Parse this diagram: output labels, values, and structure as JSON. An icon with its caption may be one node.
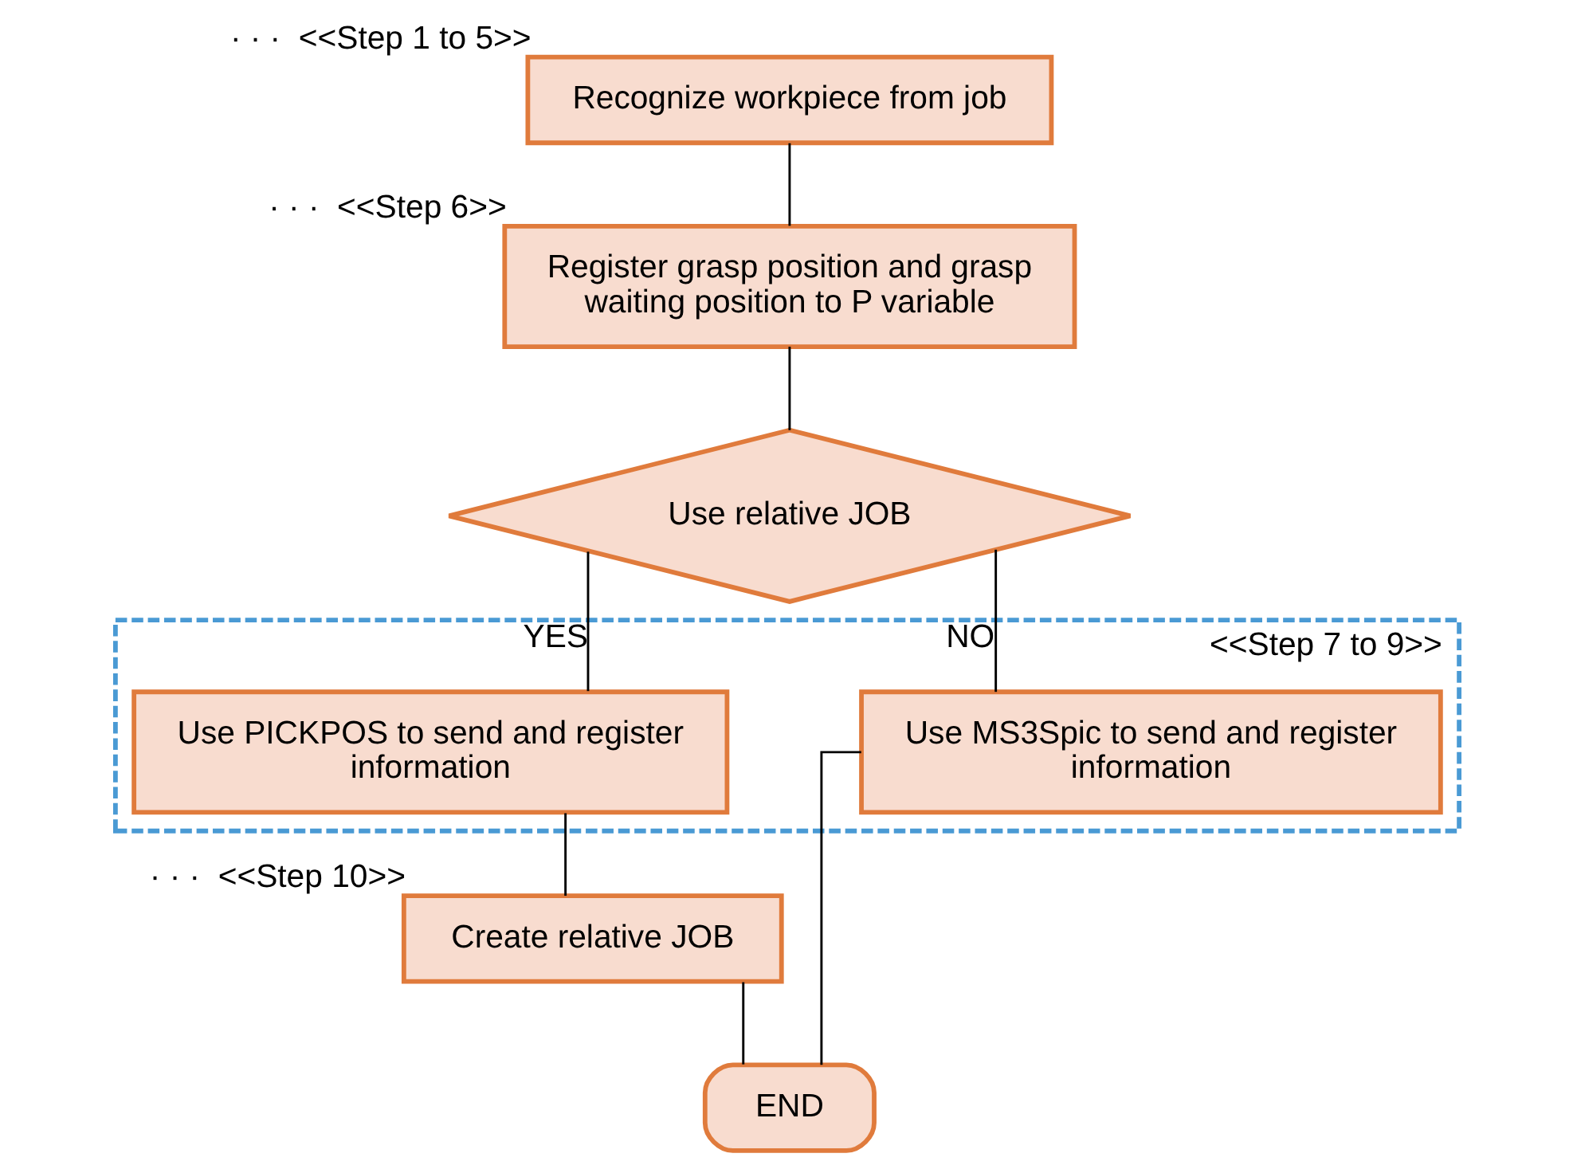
{
  "diagram": {
    "nodes": [
      {
        "text": [
          "Recognize workpiece from job"
        ],
        "beside": [
          "· · ·  <<Step 1 to 5>>"
        ]
      },
      {
        "text": [
          "Register grasp position and grasp waiting position to P variable"
        ],
        "beside": [
          "· · ·  <<Step 6>>"
        ]
      },
      {
        "text": [
          "Use relative JOB"
        ]
      },
      {
        "text": [
          "<<Step 7 to 9>>"
        ]
      },
      {
        "text": [
          "Use PICKPOS to send and register information"
        ],
        "in": 3
      },
      {
        "text": [
          "Use MS3Spic to send and register information"
        ],
        "in": 3
      },
      {
        "text": [
          "Create relative JOB"
        ],
        "beside": [
          "· · ·  <<Step 10>>"
        ]
      },
      {
        "text": [
          "END"
        ]
      }
    ],
    "edges": [
      {
        "from": 0,
        "to": 1,
        "arrow": "none"
      },
      {
        "from": 1,
        "to": 2,
        "arrow": "none"
      },
      {
        "from": 2,
        "to": 4,
        "arrow": "none",
        "label": "YES"
      },
      {
        "from": 2,
        "to": 5,
        "arrow": "none",
        "label": "NO"
      },
      {
        "from": 4,
        "to": 6,
        "arrow": "none"
      },
      {
        "from": 6,
        "to": 7,
        "arrow": "none"
      },
      {
        "from": 5,
        "to": 7,
        "arrow": "none"
      }
    ]
  }
}
